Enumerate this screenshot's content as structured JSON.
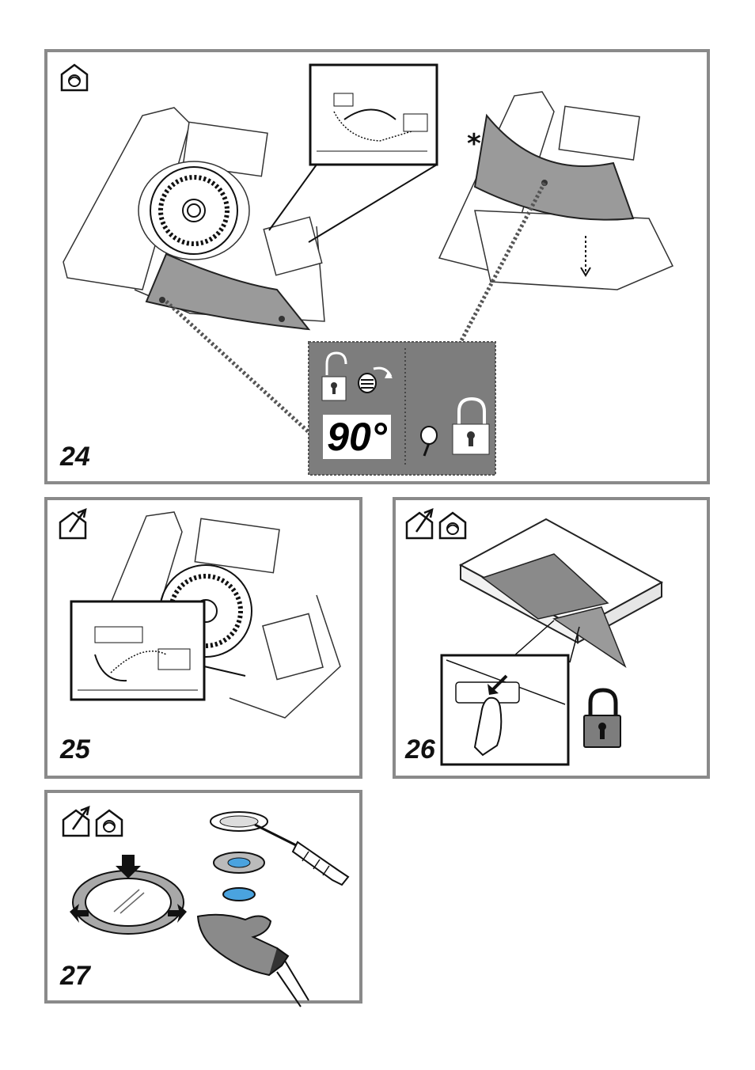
{
  "figures": [
    {
      "number": "24",
      "icons": [
        "recirculation-house-icon"
      ]
    },
    {
      "number": "25",
      "icons": [
        "extraction-house-icon"
      ]
    },
    {
      "number": "26",
      "icons": [
        "extraction-house-icon",
        "recirculation-house-icon"
      ]
    },
    {
      "number": "27",
      "icons": [
        "extraction-house-icon",
        "recirculation-house-icon"
      ]
    }
  ],
  "fig24": {
    "angle_label": "90°",
    "asterisk": "*"
  },
  "colors": {
    "frame": "#8a8a8a",
    "lock_panel": "#7d7d7d",
    "filter": "#9a9a9a",
    "lamp_blue": "#4aa3df"
  }
}
